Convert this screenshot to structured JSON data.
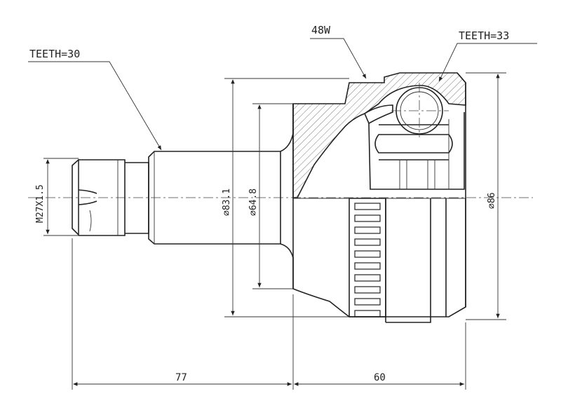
{
  "callouts": {
    "teeth_outer": "TEETH=30",
    "abs_ring": "48W",
    "teeth_inner": "TEETH=33"
  },
  "dimensions": {
    "thread": "M27X1.5",
    "stem_dia": "⌀83.1",
    "seal_dia": "⌀64.8",
    "housing_dia": "⌀86",
    "stem_length": "77",
    "housing_length": "60"
  }
}
